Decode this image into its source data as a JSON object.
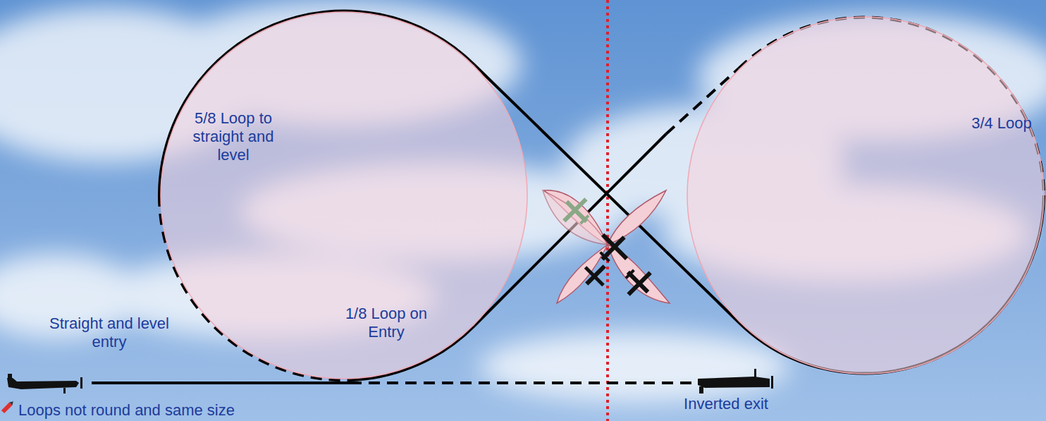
{
  "diagram": {
    "nodes": [
      {
        "text": [
          "5/8 Loop to straight and level"
        ]
      },
      {
        "text": [
          "3/4 Loop"
        ]
      }
    ],
    "labels": [
      "Straight and level entry",
      "1/8 Loop on Entry",
      "Inverted exit",
      "Loops not round and same size"
    ]
  }
}
